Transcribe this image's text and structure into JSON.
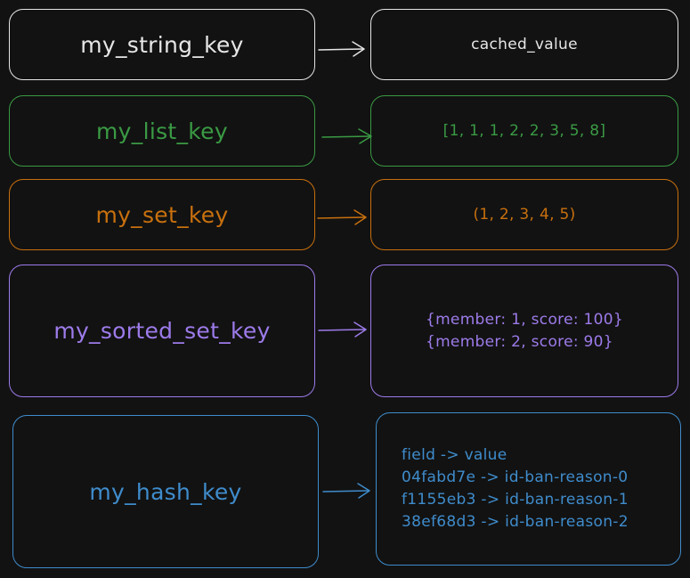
{
  "colors": {
    "background": "#121212",
    "string": "#e6e6e6",
    "list": "#3a9a44",
    "set": "#c8700e",
    "sorted_set": "#9d7bea",
    "hash": "#3f8ccc"
  },
  "rows": [
    {
      "key": "my_string_key",
      "value": "cached_value"
    },
    {
      "key": "my_list_key",
      "value": "[1, 1, 1, 2, 2, 3, 5, 8]"
    },
    {
      "key": "my_set_key",
      "value": "(1, 2, 3, 4, 5)"
    },
    {
      "key": "my_sorted_set_key",
      "value_lines": [
        "{member: 1, score: 100}",
        "{member: 2, score: 90}"
      ]
    },
    {
      "key": "my_hash_key",
      "value_lines": [
        "field -> value",
        "04fabd7e -> id-ban-reason-0",
        "f1155eb3 -> id-ban-reason-1",
        "38ef68d3 -> id-ban-reason-2"
      ]
    }
  ]
}
